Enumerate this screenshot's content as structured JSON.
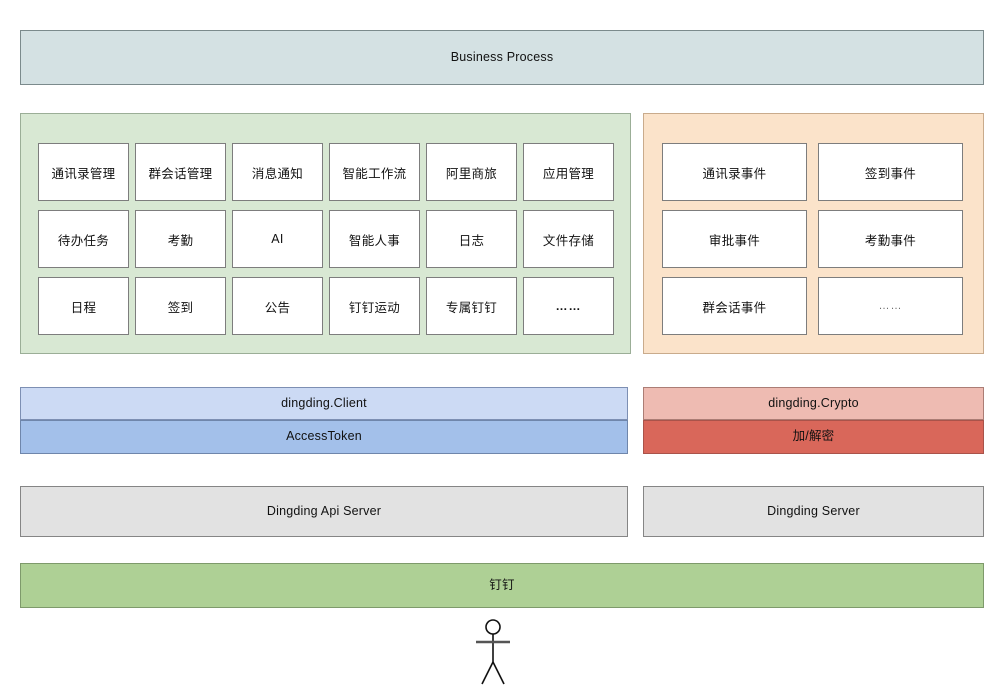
{
  "diagram": {
    "title_banner": {
      "label": "Business Process"
    },
    "capability_panel": {
      "name": "capabilities-panel",
      "cells": [
        "通讯录管理",
        "群会话管理",
        "消息通知",
        "智能工作流",
        "阿里商旅",
        "应用管理",
        "待办任务",
        "考勤",
        "AI",
        "智能人事",
        "日志",
        "文件存储",
        "日程",
        "签到",
        "公告",
        "钉钉运动",
        "专属钉钉",
        "……"
      ]
    },
    "events_panel": {
      "name": "events-panel",
      "cells": [
        "通讯录事件",
        "签到事件",
        "审批事件",
        "考勤事件",
        "群会话事件",
        "……"
      ]
    },
    "sdk_layer": {
      "client_top": "dingding.Client",
      "client_bottom": "AccessToken",
      "crypto_top": "dingding.Crypto",
      "crypto_bottom": "加/解密"
    },
    "server_layer": {
      "api_server": "Dingding  Api Server",
      "dingding_server": "Dingding Server"
    },
    "platform": {
      "label": "钉钉"
    },
    "actor": {
      "name": "user-actor"
    },
    "colors": {
      "banner": "#d4e1e3",
      "capabilities_panel": "#d8e8d3",
      "events_panel": "#fbe3ca",
      "client_top": "#ccdaf4",
      "client_bottom": "#a3c0ea",
      "crypto_top": "#eebbb2",
      "crypto_bottom": "#d9675a",
      "server": "#e2e2e2",
      "platform": "#aed095",
      "cell": "#ffffff"
    }
  }
}
